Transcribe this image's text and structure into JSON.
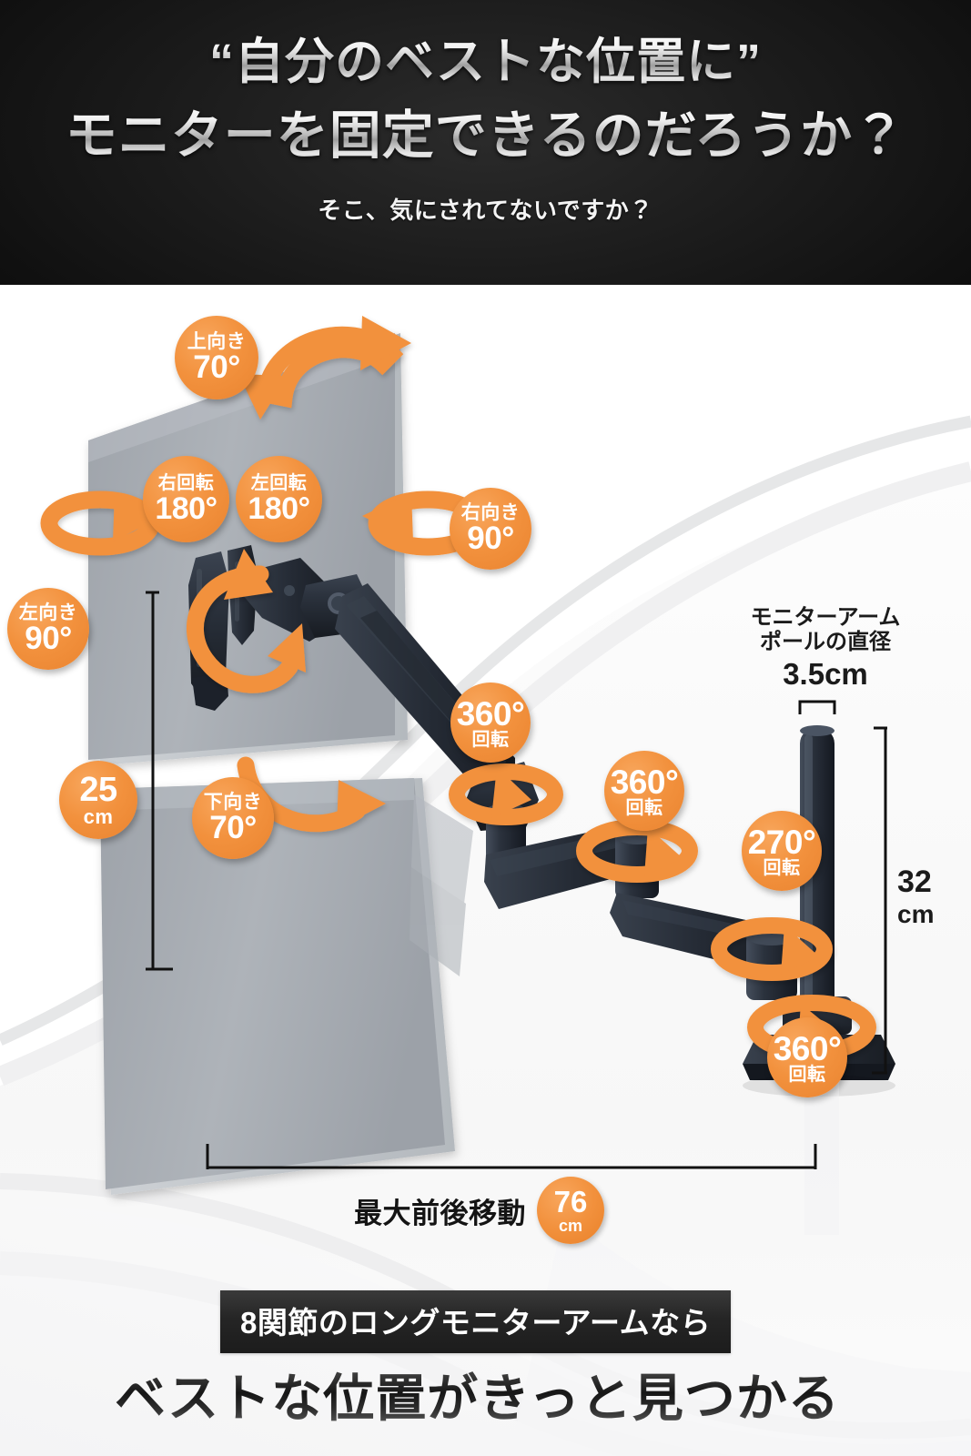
{
  "header": {
    "line1": "“自分のベストな位置に”",
    "line2": "モニターを固定できるのだろうか？",
    "subtitle": "そこ、気にされてないですか？"
  },
  "diagram": {
    "badges": [
      {
        "id": "tilt-up",
        "caption": "上向き",
        "value": "70°"
      },
      {
        "id": "rotate-right",
        "caption": "右回転",
        "value": "180°"
      },
      {
        "id": "rotate-left",
        "caption": "左回転",
        "value": "180°"
      },
      {
        "id": "pan-right",
        "caption": "右向き",
        "value": "90°"
      },
      {
        "id": "pan-left",
        "caption": "左向き",
        "value": "90°"
      },
      {
        "id": "tilt-down",
        "caption": "下向き",
        "value": "70°"
      },
      {
        "id": "height-travel",
        "caption": "cm",
        "value": "25"
      },
      {
        "id": "joint-head",
        "caption": "回転",
        "value": "360°"
      },
      {
        "id": "joint-mid",
        "caption": "回転",
        "value": "360°"
      },
      {
        "id": "joint-pole",
        "caption": "回転",
        "value": "270°"
      },
      {
        "id": "joint-base",
        "caption": "回転",
        "value": "360°"
      }
    ],
    "pole_label": {
      "line1": "モニターアーム",
      "line2": "ポールの直径",
      "value": "3.5cm"
    },
    "pole_height": {
      "value": "32",
      "unit": "cm"
    }
  },
  "footer": {
    "travel_label": "最大前後移動",
    "travel_value": "76",
    "travel_unit": "cm",
    "banner": "8関節のロングモニターアームなら",
    "headline": "ベストな位置がきっと見つかる"
  },
  "colors": {
    "accent": "#f2913d",
    "header_bg": "#111111",
    "monitor_gray": "#a7acb2",
    "arm_dark": "#2a303a"
  }
}
